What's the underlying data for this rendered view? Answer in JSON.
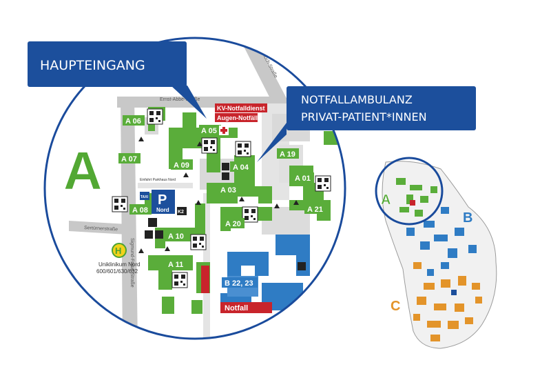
{
  "callouts": {
    "main_entrance": "HAUPTEINGANG",
    "emergency_line1": "NOTFALLAMBULANZ",
    "emergency_line2": "PRIVAT-PATIENT*INNEN"
  },
  "zones": {
    "a_large": "A",
    "a_small": "A",
    "b_small": "B",
    "c_small": "C"
  },
  "buildings": {
    "a05": "A 05",
    "a06": "A 06",
    "a07": "A 07",
    "a08": "A 08",
    "a09": "A 09",
    "a04": "A 04",
    "a03": "A 03",
    "a19": "A 19",
    "a01": "A 01",
    "a21": "A 21",
    "a20": "A 20",
    "a10": "A 10",
    "a11": "A 11",
    "b2223": "B 22, 23"
  },
  "signs": {
    "kv_notfalldienst": "KV-Notfalldienst",
    "augen_notfaelle": "Augen-Notfälle",
    "notfall": "Notfall",
    "parking_nord": "Nord",
    "parking_letter": "P",
    "k2": "K2",
    "taxi": "TAXI",
    "bus_h": "H"
  },
  "streets": {
    "ernst_abbe": "Ernst-Abbe-Straße",
    "robert_koch": "Robert-Koch-Straße",
    "sertuerner": "Sertürnerstraße",
    "sigmund_freud": "Sigmund-Freud-Straße"
  },
  "labels": {
    "einfahrt_parkhaus": "Einfahrt Parkhaus Nord",
    "uniklinikum_nord": "Uniklinikum Nord",
    "bus_lines": "600/601/630/632"
  },
  "colors": {
    "callout_blue": "#1c4f9c",
    "building_green": "#5aad3a",
    "zone_green": "#52a833",
    "zone_blue": "#2f7cc4",
    "zone_orange": "#e3942a",
    "emergency_red": "#c8242b",
    "road_gray": "#c8c8c8",
    "circle_outline": "#1a4b9c"
  }
}
